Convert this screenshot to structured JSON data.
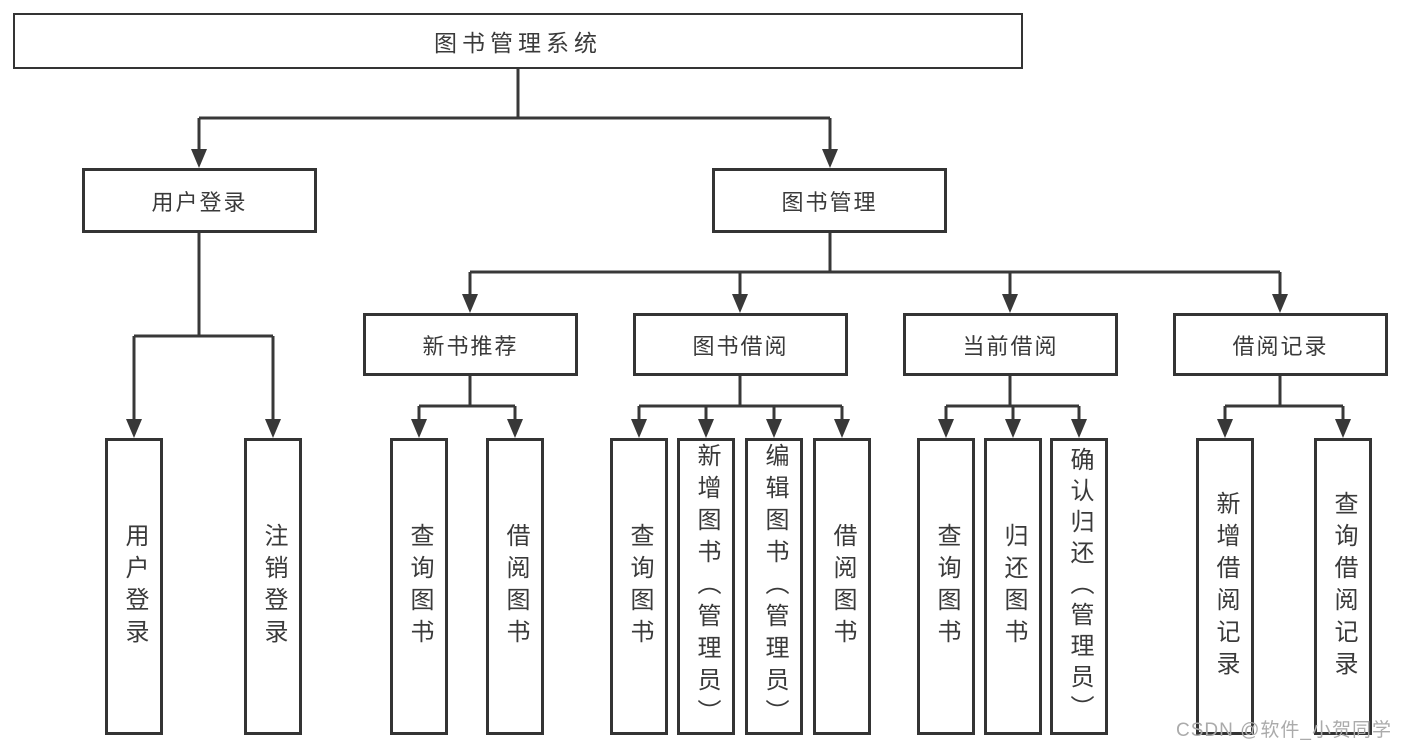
{
  "diagram": {
    "kind": "feature-tree",
    "colors": {
      "line": "#383838",
      "border": "#343434",
      "text": "#3a3a3a",
      "watermark": "#ababab",
      "background": "#ffffff"
    },
    "tree": {
      "root": "图书管理系统",
      "branches": [
        {
          "label": "用户登录",
          "children": [
            "用户登录",
            "注销登录"
          ]
        },
        {
          "label": "图书管理",
          "sections": [
            {
              "label": "新书推荐",
              "children": [
                "查询图书",
                "借阅图书"
              ]
            },
            {
              "label": "图书借阅",
              "children": [
                "查询图书",
                "新增图书（管理员）",
                "编辑图书（管理员）",
                "借阅图书"
              ]
            },
            {
              "label": "当前借阅",
              "children": [
                "查询图书",
                "归还图书",
                "确认归还（管理员）"
              ]
            },
            {
              "label": "借阅记录",
              "children": [
                "新增借阅记录",
                "查询借阅记录"
              ]
            }
          ]
        }
      ]
    },
    "watermark": {
      "text": "CSDN @软件_小贺同学"
    }
  }
}
